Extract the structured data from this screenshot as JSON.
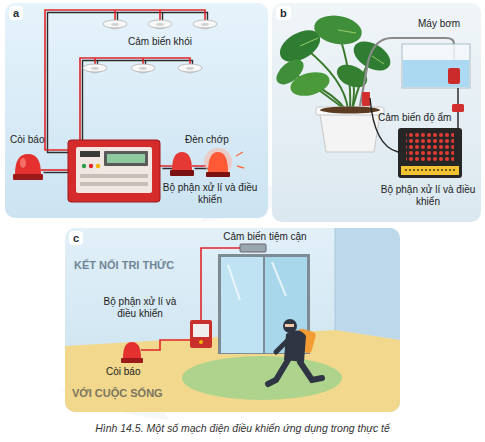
{
  "diagram": {
    "caption": "Hình 14.5. Một số mạch điện điều khiển ứng dụng trong thực tế",
    "nodes": [
      {
        "text": [
          "a"
        ]
      },
      {
        "text": [
          "b"
        ]
      },
      {
        "text": [
          "c"
        ]
      }
    ],
    "labels": [
      "Cảm biến khói",
      "Còi báo",
      "Đèn chớp",
      "Bộ phận xử lí và điều khiển",
      "Máy bơm",
      "Cảm biến độ ẩm",
      "Bộ phận xử lí và điều khiển",
      "Cảm biến tiệm cận",
      "Bộ phận xử lí và điều khiển",
      "Còi báo",
      "KẾT NỐI TRI THỨC",
      "VỚI CUỘC SỐNG"
    ]
  }
}
